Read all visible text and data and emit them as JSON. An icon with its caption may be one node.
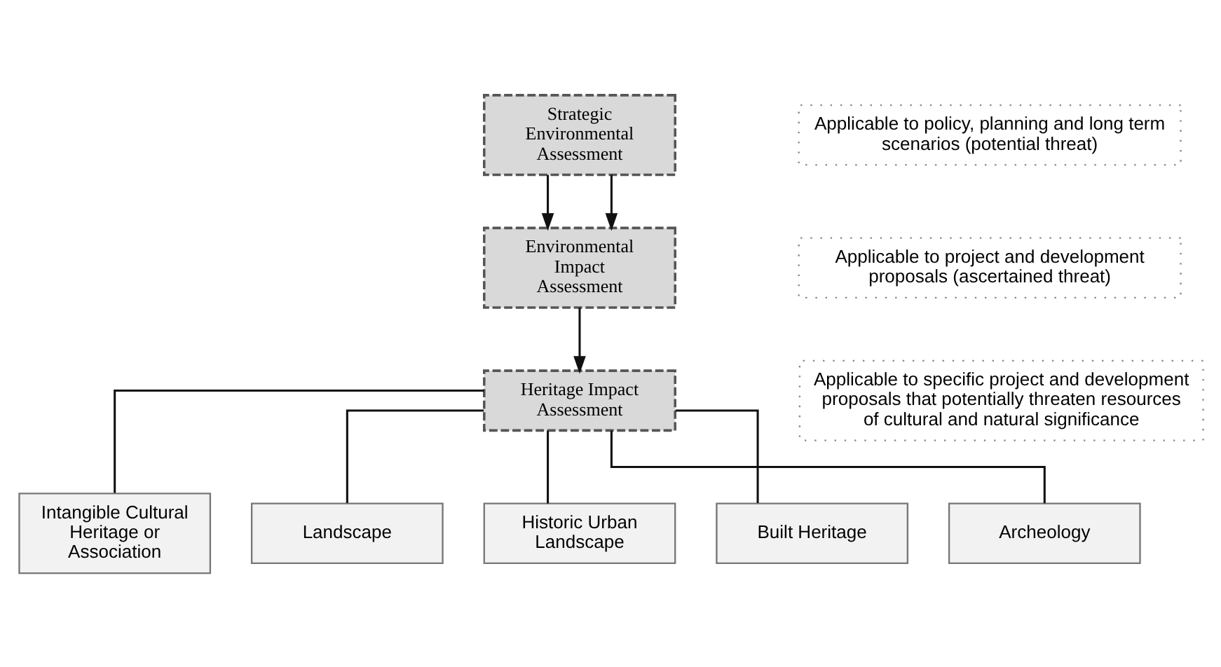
{
  "diagram": {
    "nodes": [
      {
        "text": [
          "Strategic Environmental Assessment"
        ]
      },
      {
        "text": [
          "Environmental Impact Assessment"
        ]
      },
      {
        "text": [
          "Heritage Impact Assessment"
        ]
      },
      {
        "text": [
          "Applicable to policy, planning and long term scenarios (potential threat)"
        ]
      },
      {
        "text": [
          "Applicable to project and development proposals (ascertained threat)"
        ]
      },
      {
        "text": [
          "Applicable to specific project and development proposals that potentially threaten resources of cultural and natural significance"
        ]
      },
      {
        "text": [
          "Intangible Cultural Heritage or Association"
        ]
      },
      {
        "text": [
          "Landscape"
        ]
      },
      {
        "text": [
          "Historic Urban Landscape"
        ]
      },
      {
        "text": [
          "Built Heritage"
        ]
      },
      {
        "text": [
          "Archeology"
        ]
      }
    ],
    "edges": [
      {
        "from": 0,
        "to": 1,
        "arrow": "to"
      },
      {
        "from": 0,
        "to": 1,
        "arrow": "to"
      },
      {
        "from": 1,
        "to": 2,
        "arrow": "to"
      },
      {
        "from": 2,
        "to": 6,
        "arrow": "none"
      },
      {
        "from": 2,
        "to": 7,
        "arrow": "none"
      },
      {
        "from": 2,
        "to": 8,
        "arrow": "none"
      },
      {
        "from": 2,
        "to": 9,
        "arrow": "none"
      },
      {
        "from": 2,
        "to": 10,
        "arrow": "none"
      }
    ]
  }
}
